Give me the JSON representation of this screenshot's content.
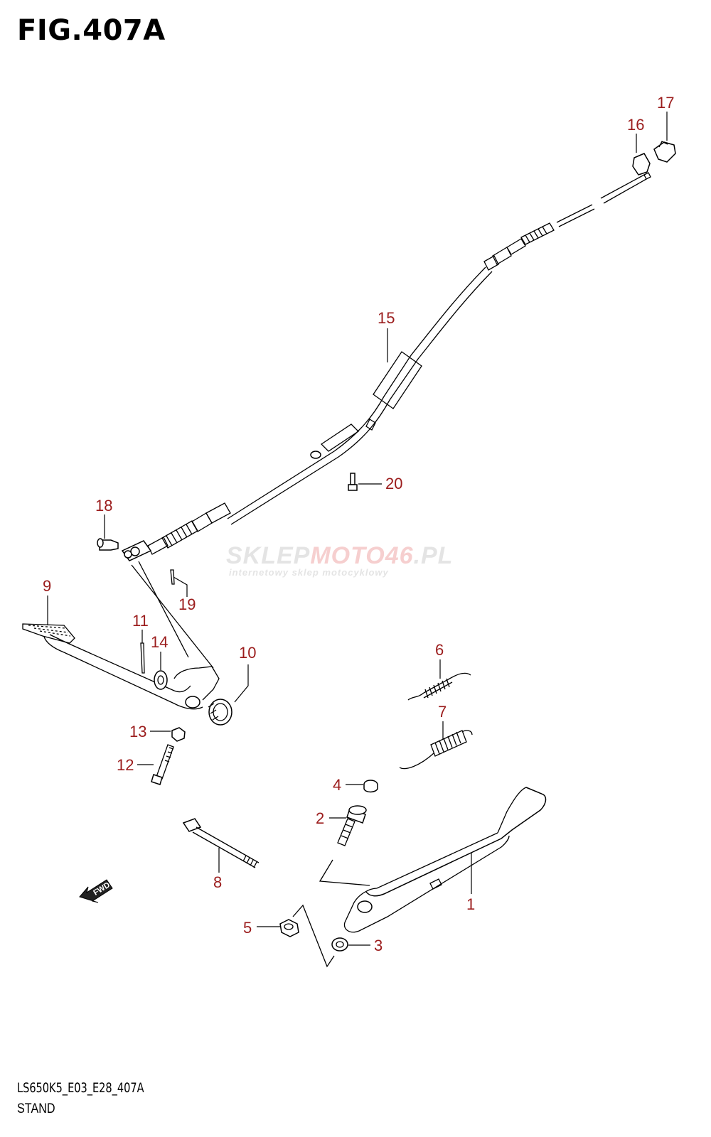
{
  "figure": {
    "title": "FIG.407A"
  },
  "footer": {
    "code": "LS650K5_E03_E28_407A",
    "name": "STAND"
  },
  "watermark": {
    "brand_part1": "SKLEP",
    "brand_part2": "MOTO46",
    "brand_part3": ".PL",
    "tagline": "internetowy sklep motocyklowy"
  },
  "fwd_label": "FWD",
  "callouts": [
    "1",
    "2",
    "3",
    "4",
    "5",
    "6",
    "7",
    "8",
    "9",
    "10",
    "11",
    "12",
    "13",
    "14",
    "15",
    "16",
    "17",
    "18",
    "19",
    "20"
  ]
}
